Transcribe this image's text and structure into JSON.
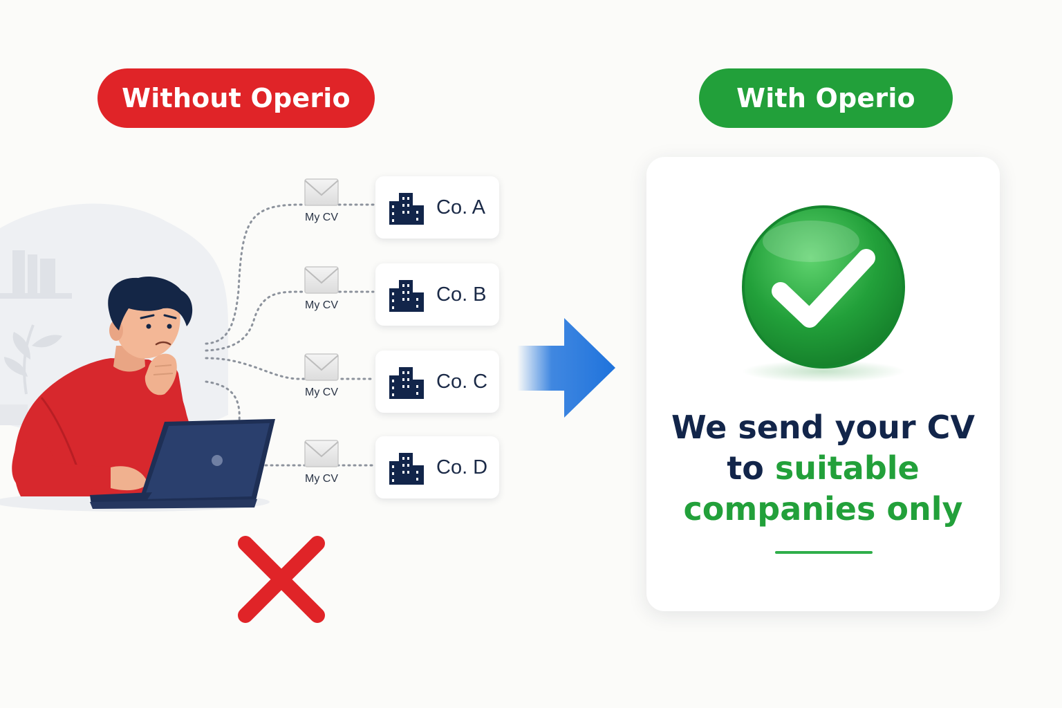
{
  "colors": {
    "red": "#e02428",
    "green": "#22a03a",
    "blue": "#1f73dc",
    "navy": "#12254a"
  },
  "left_panel": {
    "title": "Without Operio",
    "envelope_label": "My CV",
    "companies": [
      "Co. A",
      "Co. B",
      "Co. C",
      "Co. D"
    ],
    "status_icon": "red-x-icon"
  },
  "transition": {
    "icon": "arrow-right-icon"
  },
  "right_panel": {
    "title": "With Operio",
    "status_icon": "green-checkmark-icon",
    "message": {
      "line1": "We send your CV",
      "line2_prefix": "to",
      "line2_highlight": "suitable",
      "line3_highlight": "companies only"
    }
  }
}
